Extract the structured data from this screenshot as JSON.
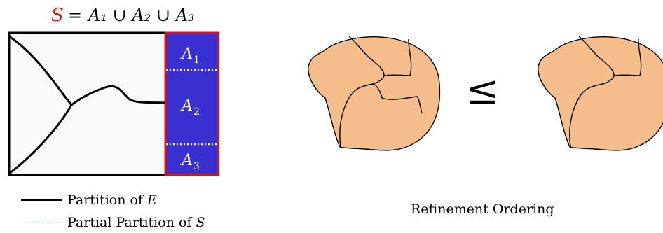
{
  "left_panel": {
    "equation": {
      "set": "S",
      "equals": "=",
      "rhs": "A₁ ∪ A₂ ∪ A₃"
    },
    "regions": [
      {
        "name": "A",
        "sub": "1"
      },
      {
        "name": "A",
        "sub": "2"
      },
      {
        "name": "A",
        "sub": "3"
      }
    ],
    "colors": {
      "highlight_border": "#e01010",
      "region_fill": "#3a2fd0",
      "region_label": "#ffffff",
      "set_symbol": "#e01010"
    }
  },
  "legend": {
    "solid": {
      "text": "Partition of ",
      "var": "E"
    },
    "dotted": {
      "text": "Partial Partition of ",
      "var": "S"
    }
  },
  "right_panel": {
    "relation_symbol": "≤",
    "caption": "Refinement Ordering",
    "blob_fill": "#f5bd8c"
  }
}
